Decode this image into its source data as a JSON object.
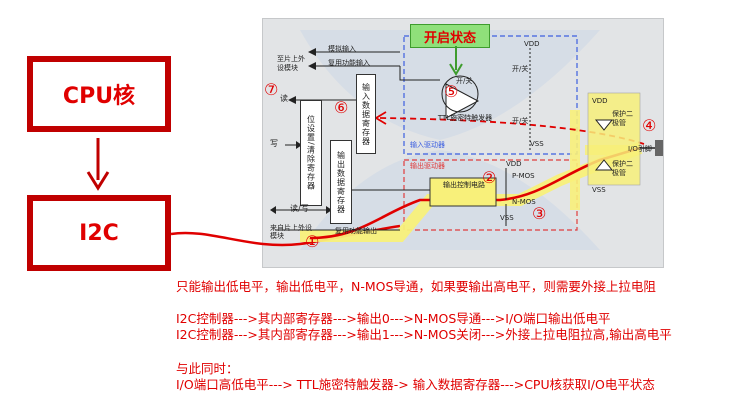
{
  "blocks": {
    "cpu": "CPU核",
    "i2c": "I2C"
  },
  "diagram": {
    "open_state_tag": "开启状态",
    "labels": {
      "to_onchip_peripheral": "至片上外设模块",
      "analog_input": "模拟输入",
      "alt_func_input": "复用功能输入",
      "read": "读",
      "input_data_reg": "输入数据寄存器",
      "bit_set_reset_reg": "位设置/清除寄存器",
      "write": "写",
      "output_data_reg": "输出数据寄存器",
      "read_write": "读/写",
      "from_onchip_peripheral": "来自片上外设模块",
      "alt_func_output": "复用功能输出",
      "output_control": "输出控制电路",
      "pmos": "P-MOS",
      "nmos": "N-MOS",
      "vdd": "VDD",
      "vss": "VSS",
      "on_off": "开/关",
      "ttl_schmitt": "TTL施密特触发器",
      "input_driver": "输入驱动器",
      "output_driver": "输出驱动器",
      "protect_diode": "保护二极管",
      "io_pin": "I/O引脚"
    },
    "markers": [
      "①",
      "②",
      "③",
      "④",
      "⑤",
      "⑥",
      "⑦"
    ]
  },
  "notes": {
    "line1": "只能输出低电平，输出低电平，N-MOS导通，如果要输出高电平，则需要外接上拉电阻",
    "line2": "I2C控制器--->其内部寄存器--->输出0--->N-MOS导通--->I/O端口输出低电平",
    "line3": "I2C控制器--->其内部寄存器--->输出1--->N-MOS关闭--->外接上拉电阻拉高,输出高电平",
    "line4": "与此同时：",
    "line5": "I/O端口高低电平---> TTL施密特触发器-> 输入数据寄存器--->CPU核获取I/O电平状态"
  },
  "colors": {
    "block_border": "#c00000",
    "block_text": "#e00000",
    "path_red": "#e00000",
    "path_yellow": "#f8f07a",
    "tag_green": "#8fe07a",
    "input_driver_box": "#3d5fe0",
    "output_driver_box": "#e03d3d"
  }
}
